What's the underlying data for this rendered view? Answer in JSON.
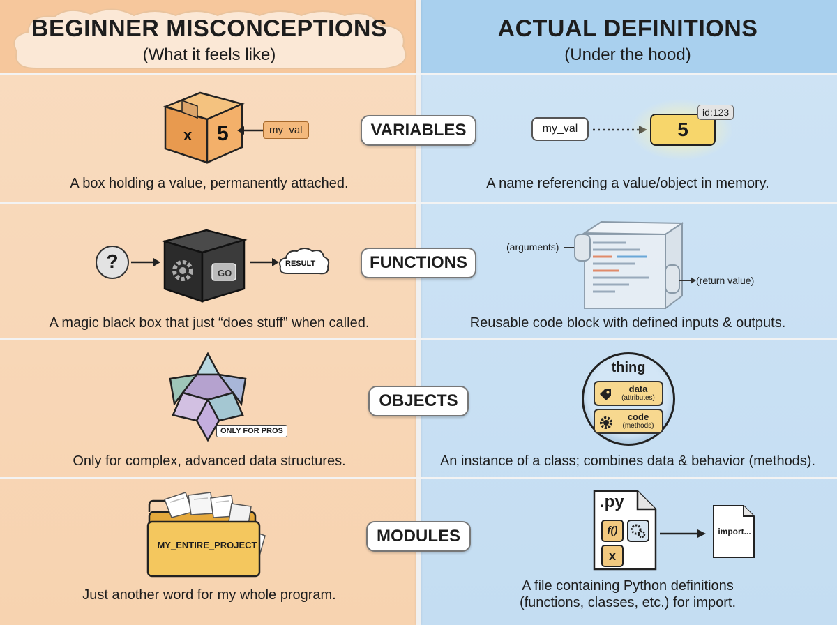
{
  "left_header": {
    "title": "BEGINNER MISCONCEPTIONS",
    "subtitle": "(What it feels like)"
  },
  "right_header": {
    "title": "ACTUAL DEFINITIONS",
    "subtitle": "(Under the hood)"
  },
  "rows": [
    {
      "label": "VARIABLES",
      "left_caption": "A box holding a value, permanently attached.",
      "left_box_letter": "x",
      "left_box_value": "5",
      "left_tag": "my_val",
      "right_name": "my_val",
      "right_value": "5",
      "right_id": "id:123",
      "right_caption": "A name referencing a value/object in memory."
    },
    {
      "label": "FUNCTIONS",
      "left_caption": "A magic black box that just “does stuff” when called.",
      "left_input": "?",
      "left_go": "GO",
      "left_result": "RESULT",
      "right_in": "(arguments)",
      "right_out": "(return value)",
      "right_caption": "Reusable code block with defined inputs & outputs."
    },
    {
      "label": "OBJECTS",
      "left_caption": "Only for complex, advanced data structures.",
      "left_badge": "ONLY FOR PROS",
      "right_thing": "thing",
      "right_data": "data",
      "right_data_sub": "(attributes)",
      "right_code": "code",
      "right_code_sub": "(methods)",
      "right_caption": "An instance of a class; combines data & behavior (methods)."
    },
    {
      "label": "MODULES",
      "left_caption": "Just another word for my whole program.",
      "left_folder": "MY_ENTIRE_PROJECT",
      "right_ext": ".py",
      "right_f": "f()",
      "right_x": "x",
      "right_import": "import...",
      "right_caption_1": "A file containing Python definitions",
      "right_caption_2": "(functions, classes, etc.) for import."
    }
  ],
  "colors": {
    "left_bg": "#f7d3b0",
    "right_bg": "#c4ddf2",
    "tag": "#f4b97c",
    "value_yellow": "#f7d66b"
  }
}
